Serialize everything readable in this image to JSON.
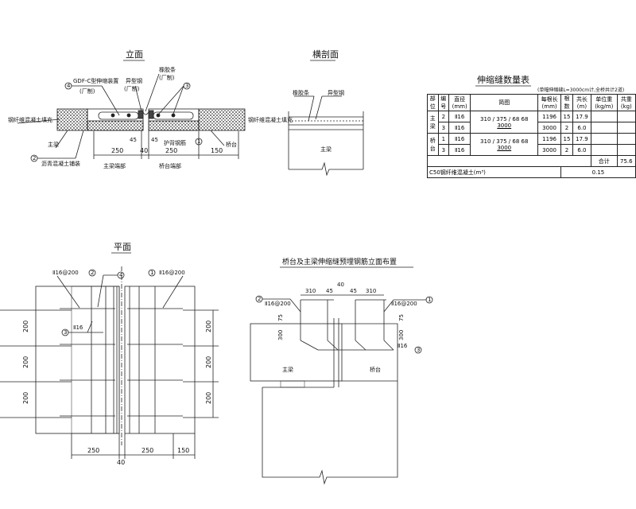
{
  "elevation": {
    "title": "立面",
    "labels": {
      "gdf": "GDF-C型伸缩装置",
      "gdf_note": "(厂制)",
      "anchor_steel": "异型钢",
      "anchor_note": "(厂制)",
      "rubber": "橡胶条",
      "rubber_note": "(厂制)",
      "left_fill": "钢纤维混凝土填充",
      "right_fill": "钢纤维混凝土填充",
      "girder": "主梁",
      "abutment": "桥台",
      "pavement": "沥青混凝土铺装",
      "guard_bar": "护背钢筋",
      "girder_end": "主梁端部",
      "abut_end": "桥台端部"
    },
    "callouts": [
      "4",
      "3",
      "1",
      "2"
    ],
    "dims": [
      "250",
      "40",
      "250",
      "150",
      "45",
      "45"
    ]
  },
  "cross_section": {
    "title": "横剖面",
    "labels": {
      "rubber": "橡胶条",
      "steel": "异型钢",
      "girder": "主梁"
    }
  },
  "table": {
    "title": "伸缩缝数量表",
    "note": "(单幅伸缩缝L=3000cm计,全桥共计2道)",
    "headers": [
      "部位",
      "编号",
      "直径(mm)",
      "简图",
      "每根长(mm)",
      "根数",
      "共长(m)",
      "单位重(kg/m)",
      "共重(kg)"
    ],
    "rows": [
      {
        "part": "主梁",
        "no": "2",
        "dia": "Ⅱ16",
        "sketch": "310 / 375 / 68 68",
        "len_label": "3000",
        "each": "1196",
        "count": "15",
        "total": "17.9"
      },
      {
        "part": "",
        "no": "3",
        "dia": "Ⅱ16",
        "sketch": "",
        "len_label": "",
        "each": "3000",
        "count": "2",
        "total": "6.0"
      },
      {
        "part": "桥台",
        "no": "1",
        "dia": "Ⅱ16",
        "sketch": "310 / 375 / 68 68",
        "len_label": "3000",
        "each": "1196",
        "count": "15",
        "total": "17.9"
      },
      {
        "part": "",
        "no": "3",
        "dia": "Ⅱ16",
        "sketch": "",
        "len_label": "",
        "each": "3000",
        "count": "2",
        "total": "6.0"
      }
    ],
    "sum_label": "合计",
    "sum_value": "75.6",
    "concrete_label": "C50钢纤维混凝土(m³)",
    "concrete_value": "0.15"
  },
  "plan": {
    "title": "平面",
    "rebar_left": "Ⅱ16@200",
    "rebar_right": "Ⅱ16@200",
    "rebar3": "Ⅱ16",
    "callouts": [
      "2",
      "4",
      "1",
      "3"
    ],
    "dims_bottom": [
      "250",
      "40",
      "250",
      "150"
    ],
    "dims_side": [
      "200",
      "200",
      "200"
    ]
  },
  "embed": {
    "title": "桥台及主梁伸缩缝预埋钢筋立面布置",
    "rebar_left": "Ⅱ16@200",
    "rebar_right": "Ⅱ16@200",
    "rebar3": "Ⅱ16",
    "callouts": [
      "2",
      "1",
      "3"
    ],
    "dims_top": [
      "310",
      "45",
      "40",
      "45",
      "310"
    ],
    "dims_side": [
      "75",
      "300",
      "75",
      "300"
    ],
    "girder": "主梁",
    "abutment": "桥台"
  }
}
